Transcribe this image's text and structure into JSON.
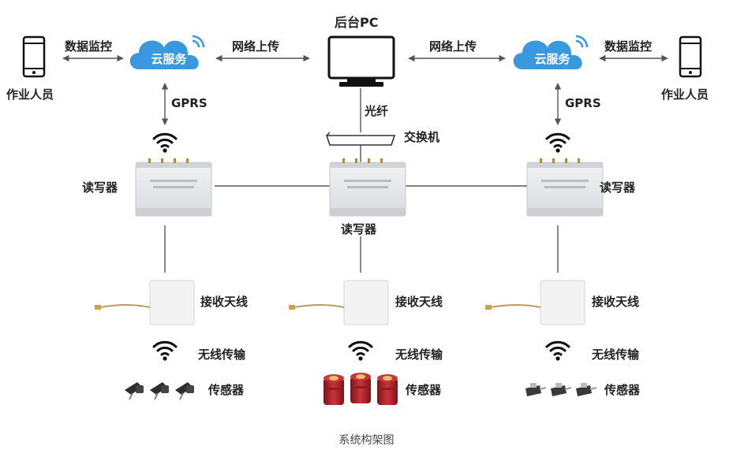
{
  "labels": {
    "pc": "后台PC",
    "network_upload": "网络上传",
    "data_monitor": "数据监控",
    "cloud_service": "云服务",
    "operator": "作业人员",
    "gprs": "GPRS",
    "fiber": "光纤",
    "switch": "交换机",
    "reader": "读写器",
    "antenna": "接收天线",
    "wireless": "无线传输",
    "sensor": "传感器"
  },
  "caption": "系统构架图",
  "colors": {
    "cloud": "#3a98de",
    "line": "#555555",
    "device": "#e6e7e9",
    "sensor_red": "#b3282d",
    "sensor_dark": "#333333"
  }
}
